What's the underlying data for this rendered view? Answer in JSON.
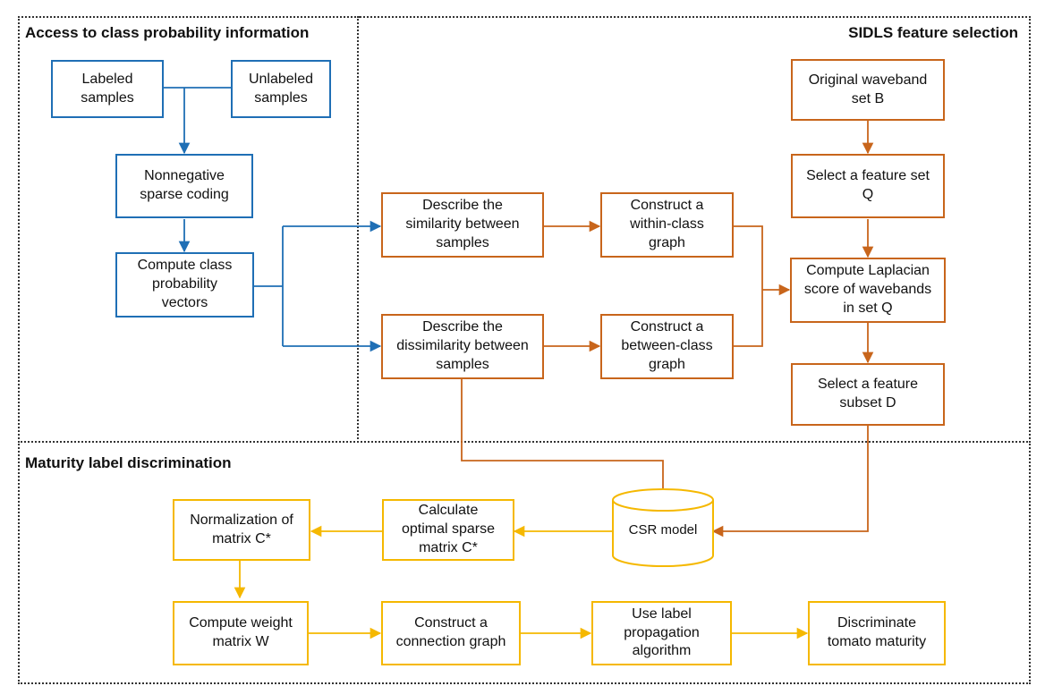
{
  "sections": {
    "class_probability": "Access to class probability information",
    "feature_selection": "SIDLS feature selection",
    "maturity": "Maturity label discrimination"
  },
  "boxes": {
    "labeled": "Labeled\nsamples",
    "unlabeled": "Unlabeled\nsamples",
    "nonneg": "Nonnegative\nsparse coding",
    "compute_prob": "Compute class\nprobability\nvectors",
    "similarity": "Describe the\nsimilarity between\nsamples",
    "dissimilarity": "Describe the\ndissimilarity between\nsamples",
    "within": "Construct a\nwithin-class\ngraph",
    "between": "Construct a\nbetween-class\ngraph",
    "original": "Original waveband\nset B",
    "select_q": "Select a feature set\nQ",
    "laplacian": "Compute Laplacian\nscore of wavebands\nin set Q",
    "subset_d": "Select a feature\nsubset D",
    "csr": "CSR model",
    "optimal": "Calculate\noptimal sparse\nmatrix C*",
    "normalization": "Normalization of\nmatrix C*",
    "weight": "Compute  weight\nmatrix W",
    "connection": "Construct a\nconnection graph",
    "label_prop": "Use label\npropagation\nalgorithm",
    "discriminate": "Discriminate\ntomato maturity"
  },
  "colors": {
    "blue": "#1f6fb5",
    "orange": "#c8651b",
    "yellow": "#f5b800",
    "border": "#333333"
  }
}
